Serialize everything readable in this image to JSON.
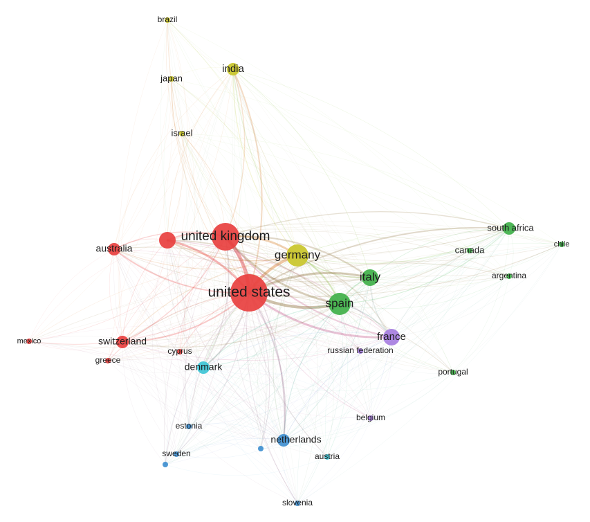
{
  "clusters": {
    "red": "#e8403f",
    "yellow": "#c9c62a",
    "green": "#3fb049",
    "blue": "#3f8fd0",
    "cyan": "#3ec6d6",
    "purple": "#a67ee0"
  },
  "nodes": [
    {
      "id": "brazil",
      "label": "brazil",
      "cluster": "yellow",
      "weight": 1
    },
    {
      "id": "india",
      "label": "india",
      "cluster": "yellow",
      "weight": 2
    },
    {
      "id": "japan",
      "label": "japan",
      "cluster": "yellow",
      "weight": 1
    },
    {
      "id": "israel",
      "label": "israel",
      "cluster": "yellow",
      "weight": 1
    },
    {
      "id": "germany",
      "label": "germany",
      "cluster": "yellow",
      "weight": 4
    },
    {
      "id": "united_kingdom",
      "label": "united kingdom",
      "cluster": "red",
      "weight": 5
    },
    {
      "id": "australia",
      "label": "australia",
      "cluster": "red",
      "weight": 2
    },
    {
      "id": "united_states",
      "label": "united states",
      "cluster": "red",
      "weight": 7
    },
    {
      "id": "uk_sat",
      "label": "",
      "cluster": "red",
      "weight": 3
    },
    {
      "id": "switzerland",
      "label": "switzerland",
      "cluster": "red",
      "weight": 2
    },
    {
      "id": "greece",
      "label": "greece",
      "cluster": "red",
      "weight": 1
    },
    {
      "id": "mexico",
      "label": "mexico",
      "cluster": "red",
      "weight": 1
    },
    {
      "id": "cyprus",
      "label": "cyprus",
      "cluster": "red",
      "weight": 1
    },
    {
      "id": "italy",
      "label": "italy",
      "cluster": "green",
      "weight": 3
    },
    {
      "id": "spain",
      "label": "spain",
      "cluster": "green",
      "weight": 4
    },
    {
      "id": "south_africa",
      "label": "south africa",
      "cluster": "green",
      "weight": 2
    },
    {
      "id": "canada",
      "label": "canada",
      "cluster": "green",
      "weight": 1
    },
    {
      "id": "argentina",
      "label": "argentina",
      "cluster": "green",
      "weight": 1
    },
    {
      "id": "chile",
      "label": "chile",
      "cluster": "green",
      "weight": 1
    },
    {
      "id": "portugal",
      "label": "portugal",
      "cluster": "green",
      "weight": 1
    },
    {
      "id": "france",
      "label": "france",
      "cluster": "purple",
      "weight": 3
    },
    {
      "id": "russian_federation",
      "label": "russian federation",
      "cluster": "purple",
      "weight": 1
    },
    {
      "id": "belgium",
      "label": "belgium",
      "cluster": "purple",
      "weight": 1
    },
    {
      "id": "denmark",
      "label": "denmark",
      "cluster": "cyan",
      "weight": 2
    },
    {
      "id": "austria",
      "label": "austria",
      "cluster": "cyan",
      "weight": 1
    },
    {
      "id": "netherlands",
      "label": "netherlands",
      "cluster": "blue",
      "weight": 2
    },
    {
      "id": "estonia",
      "label": "estonia",
      "cluster": "blue",
      "weight": 1
    },
    {
      "id": "sweden",
      "label": "sweden",
      "cluster": "blue",
      "weight": 1
    },
    {
      "id": "sweden_sat",
      "label": "",
      "cluster": "blue",
      "weight": 1
    },
    {
      "id": "nl_sat",
      "label": "",
      "cluster": "blue",
      "weight": 1
    },
    {
      "id": "slovenia",
      "label": "slovenia",
      "cluster": "blue",
      "weight": 1
    }
  ]
}
